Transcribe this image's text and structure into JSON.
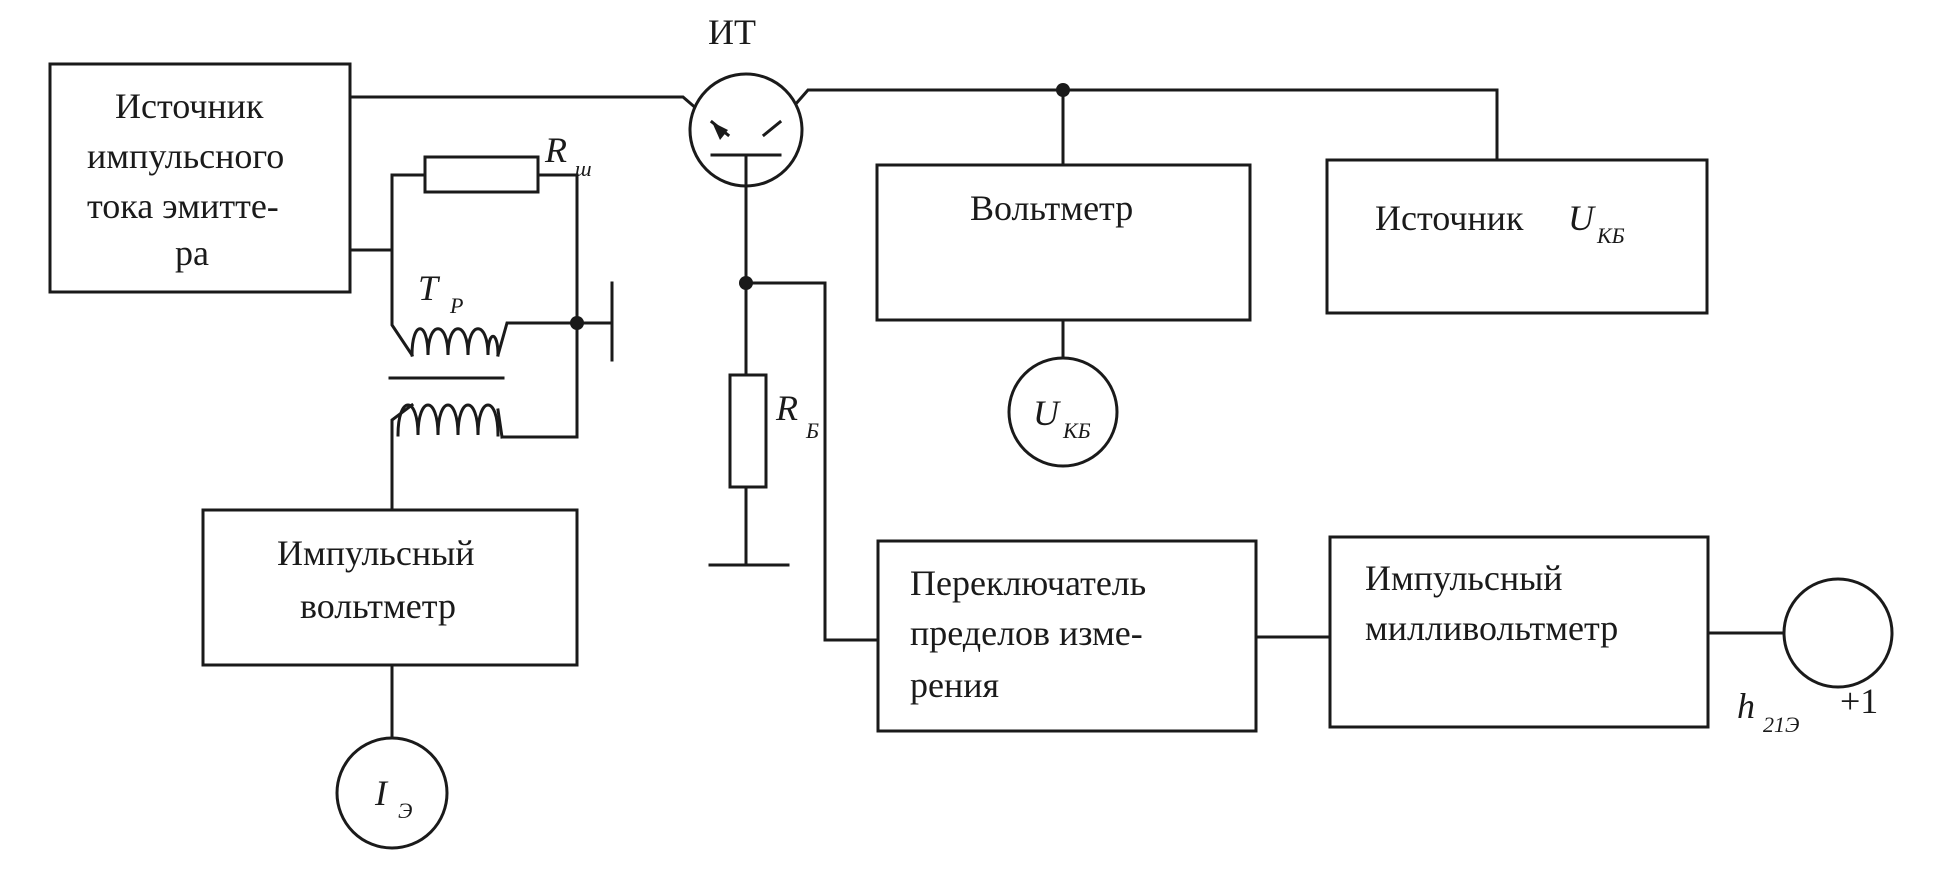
{
  "transistor": {
    "label": "ИТ"
  },
  "blocks": {
    "emitter_source": {
      "lines": [
        "Источник",
        "импульсного",
        "тока эмитте-",
        "ра"
      ]
    },
    "voltmeter": {
      "label": "Вольтметр"
    },
    "ukb_source": {
      "label": "Источник",
      "symbol": "U",
      "subscript": "КБ"
    },
    "pulse_voltmeter": {
      "lines": [
        "Импульсный",
        "вольтметр"
      ]
    },
    "range_switch": {
      "lines": [
        "Переключатель",
        "пределов изме-",
        "рения"
      ]
    },
    "pulse_millivoltmeter": {
      "lines": [
        "Импульсный",
        "милливольтметр"
      ]
    }
  },
  "components": {
    "shunt": {
      "symbol": "R",
      "subscript": "ш"
    },
    "transformer": {
      "symbol": "T",
      "subscript": "Р"
    },
    "base_resistor": {
      "symbol": "R",
      "subscript": "Б"
    }
  },
  "meters": {
    "ukb": {
      "symbol": "U",
      "subscript": "КБ"
    },
    "ie": {
      "symbol": "I",
      "subscript": "Э"
    },
    "h21": {
      "symbol": "h",
      "subscript": "21Э",
      "suffix": "+1"
    }
  }
}
